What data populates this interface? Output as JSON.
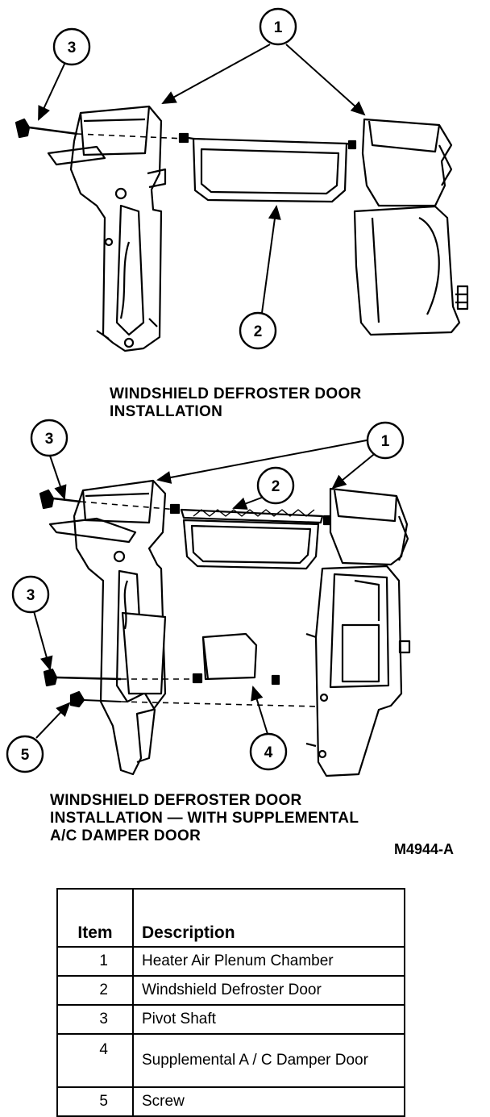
{
  "diagram": {
    "top_view": {
      "caption_lines": [
        "WINDSHIELD DEFROSTER DOOR",
        "INSTALLATION"
      ],
      "callouts": [
        "1",
        "2",
        "3"
      ]
    },
    "bottom_view": {
      "caption_lines": [
        "WINDSHIELD DEFROSTER DOOR",
        "INSTALLATION — WITH SUPPLEMENTAL",
        "A/C DAMPER DOOR"
      ],
      "callouts": [
        "1",
        "2",
        "3",
        "3",
        "4",
        "5"
      ]
    },
    "figure_code": "M4944-A"
  },
  "legend": {
    "headers": {
      "item": "Item",
      "description": "Description"
    },
    "rows": [
      {
        "item": "1",
        "description": "Heater Air Plenum Chamber"
      },
      {
        "item": "2",
        "description": "Windshield Defroster Door"
      },
      {
        "item": "3",
        "description": "Pivot Shaft"
      },
      {
        "item": "4",
        "description": "Supplemental A / C Damper Door"
      },
      {
        "item": "5",
        "description": "Screw"
      }
    ]
  }
}
